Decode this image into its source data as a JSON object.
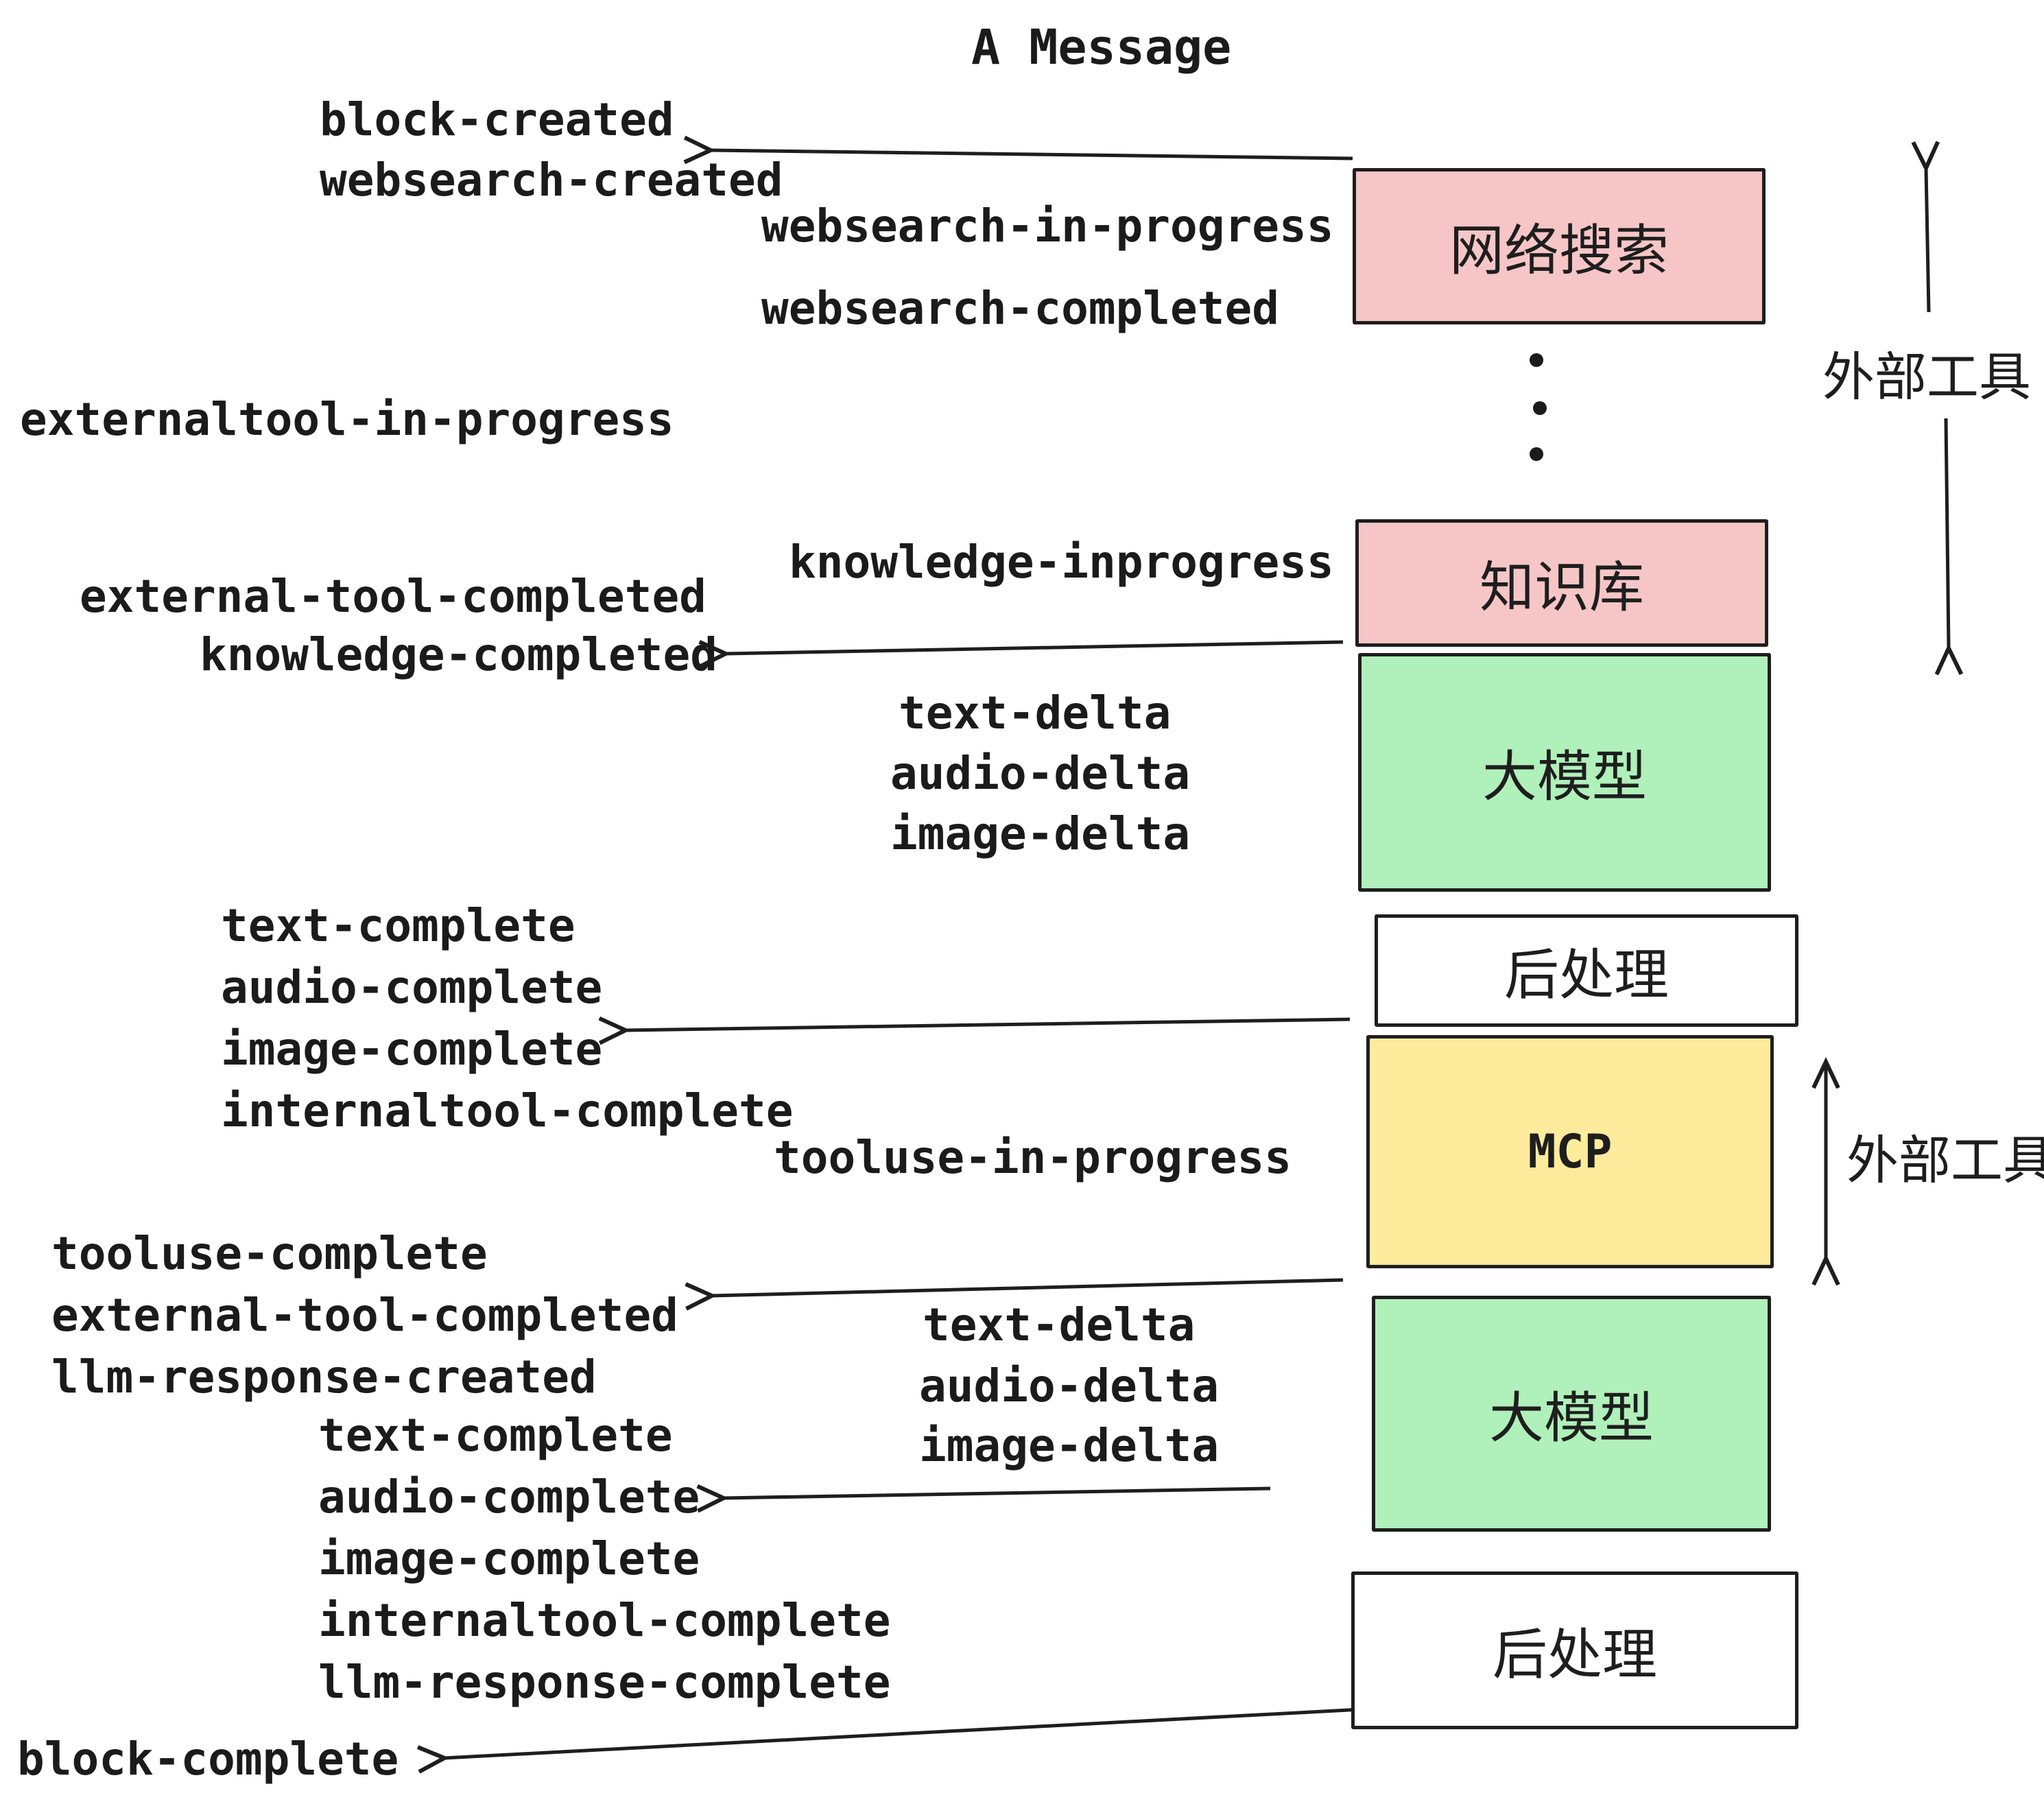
{
  "title": "A Message",
  "boxes": [
    {
      "id": "websearch",
      "label": "网络搜索",
      "color": "#f6c6c7"
    },
    {
      "id": "knowledge",
      "label": "知识库",
      "color": "#f6c6c7"
    },
    {
      "id": "llm-1",
      "label": "大模型",
      "color": "#b0f0ba"
    },
    {
      "id": "post-1",
      "label": "后处理",
      "color": "#ffffff"
    },
    {
      "id": "mcp",
      "label": "MCP",
      "color": "#feeb9c"
    },
    {
      "id": "llm-2",
      "label": "大模型",
      "color": "#b0f0ba"
    },
    {
      "id": "post-2",
      "label": "后处理",
      "color": "#ffffff"
    }
  ],
  "side_labels": [
    {
      "text": "外部工具"
    },
    {
      "text": "外部工具"
    }
  ],
  "events": [
    {
      "text": "block-created"
    },
    {
      "text": "websearch-created"
    },
    {
      "text": "websearch-in-progress"
    },
    {
      "text": "websearch-completed"
    },
    {
      "text": "externaltool-in-progress"
    },
    {
      "text": "knowledge-inprogress"
    },
    {
      "text": "external-tool-completed"
    },
    {
      "text": "knowledge-completed"
    },
    {
      "text": "text-delta"
    },
    {
      "text": "audio-delta"
    },
    {
      "text": "image-delta"
    },
    {
      "text": "text-complete"
    },
    {
      "text": "audio-complete"
    },
    {
      "text": "image-complete"
    },
    {
      "text": "internaltool-complete"
    },
    {
      "text": "tooluse-in-progress"
    },
    {
      "text": "tooluse-complete"
    },
    {
      "text": "external-tool-completed"
    },
    {
      "text": "llm-response-created"
    },
    {
      "text": "text-delta"
    },
    {
      "text": "audio-delta"
    },
    {
      "text": "image-delta"
    },
    {
      "text": "text-complete"
    },
    {
      "text": "audio-complete"
    },
    {
      "text": "image-complete"
    },
    {
      "text": "internaltool-complete"
    },
    {
      "text": "llm-response-complete"
    },
    {
      "text": "block-complete"
    }
  ],
  "connector_dots": 3,
  "colors": {
    "background": "#ffffff",
    "ink": "#1b1b1b",
    "box_border": "#1e1e1e",
    "pink": "#f6c6c7",
    "green": "#b0f0ba",
    "yellow": "#feeb9c"
  }
}
